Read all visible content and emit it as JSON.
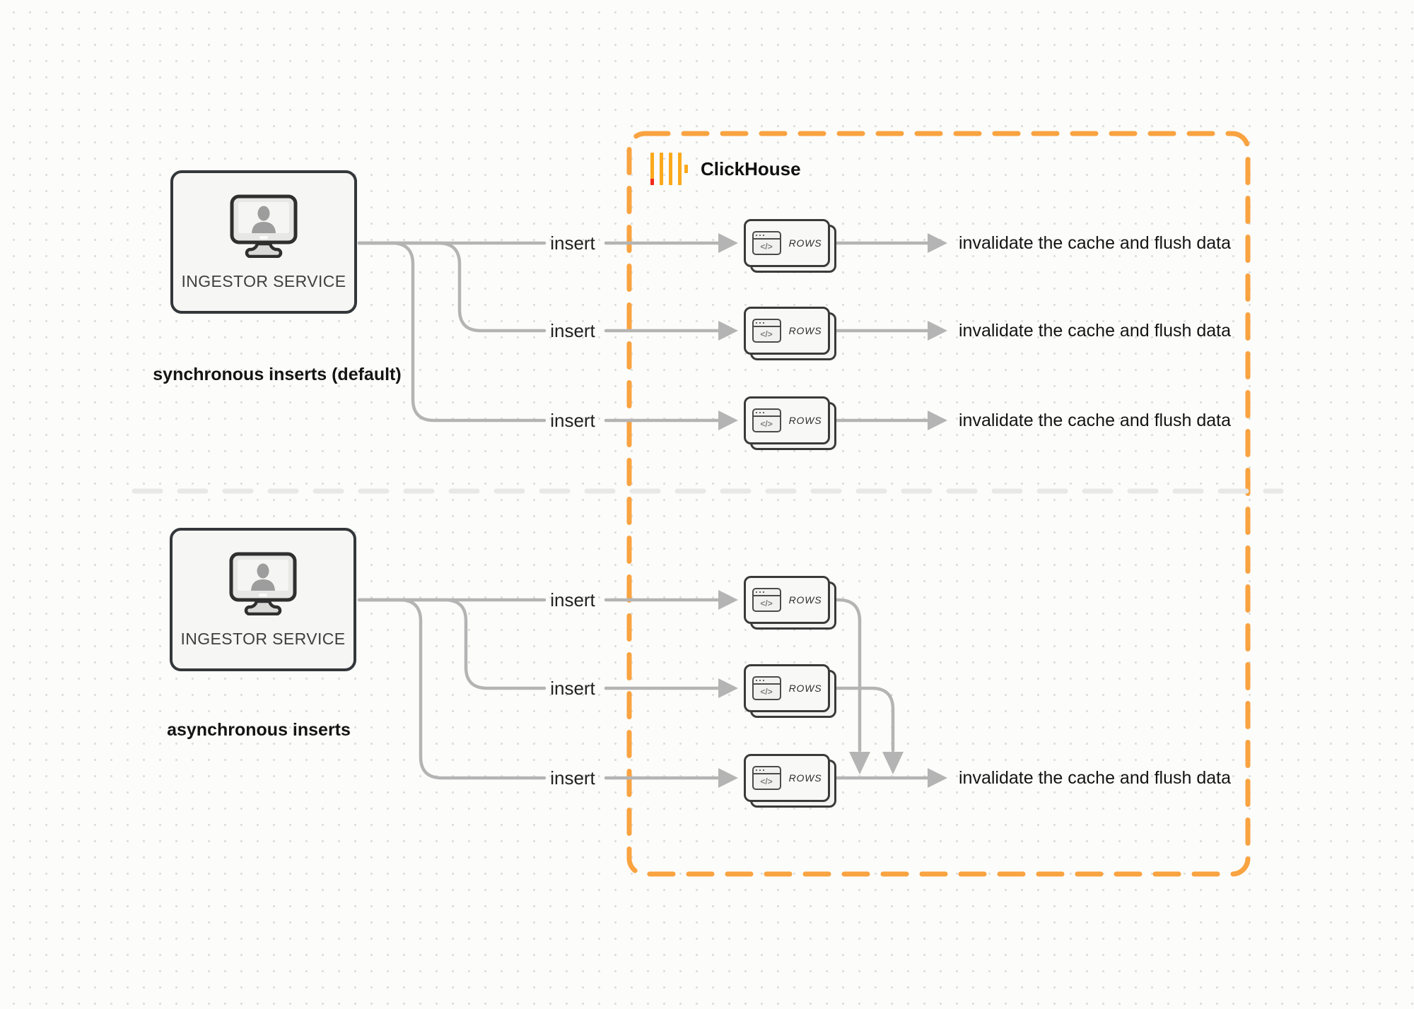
{
  "clickhouse": {
    "title": "ClickHouse"
  },
  "colors": {
    "accent_orange": "#f9a341",
    "logo_yellow": "#fba91c",
    "logo_red": "#f4281a",
    "connector_gray": "#b4b4b4",
    "box_border_dark": "#33373a"
  },
  "sections": {
    "sync": {
      "service_label": "INGESTOR SERVICE",
      "caption": "synchronous inserts (default)",
      "rows": [
        {
          "insert_label": "insert",
          "card_label": "ROWS",
          "icon_glyph": "</>",
          "result_label": "invalidate the cache and flush data"
        },
        {
          "insert_label": "insert",
          "card_label": "ROWS",
          "icon_glyph": "</>",
          "result_label": "invalidate the cache and flush data"
        },
        {
          "insert_label": "insert",
          "card_label": "ROWS",
          "icon_glyph": "</>",
          "result_label": "invalidate the cache and flush data"
        }
      ]
    },
    "async": {
      "service_label": "INGESTOR SERVICE",
      "caption": "asynchronous inserts",
      "rows": [
        {
          "insert_label": "insert",
          "card_label": "ROWS",
          "icon_glyph": "</>"
        },
        {
          "insert_label": "insert",
          "card_label": "ROWS",
          "icon_glyph": "</>"
        },
        {
          "insert_label": "insert",
          "card_label": "ROWS",
          "icon_glyph": "</>"
        }
      ],
      "result_label": "invalidate the cache and flush data"
    }
  }
}
